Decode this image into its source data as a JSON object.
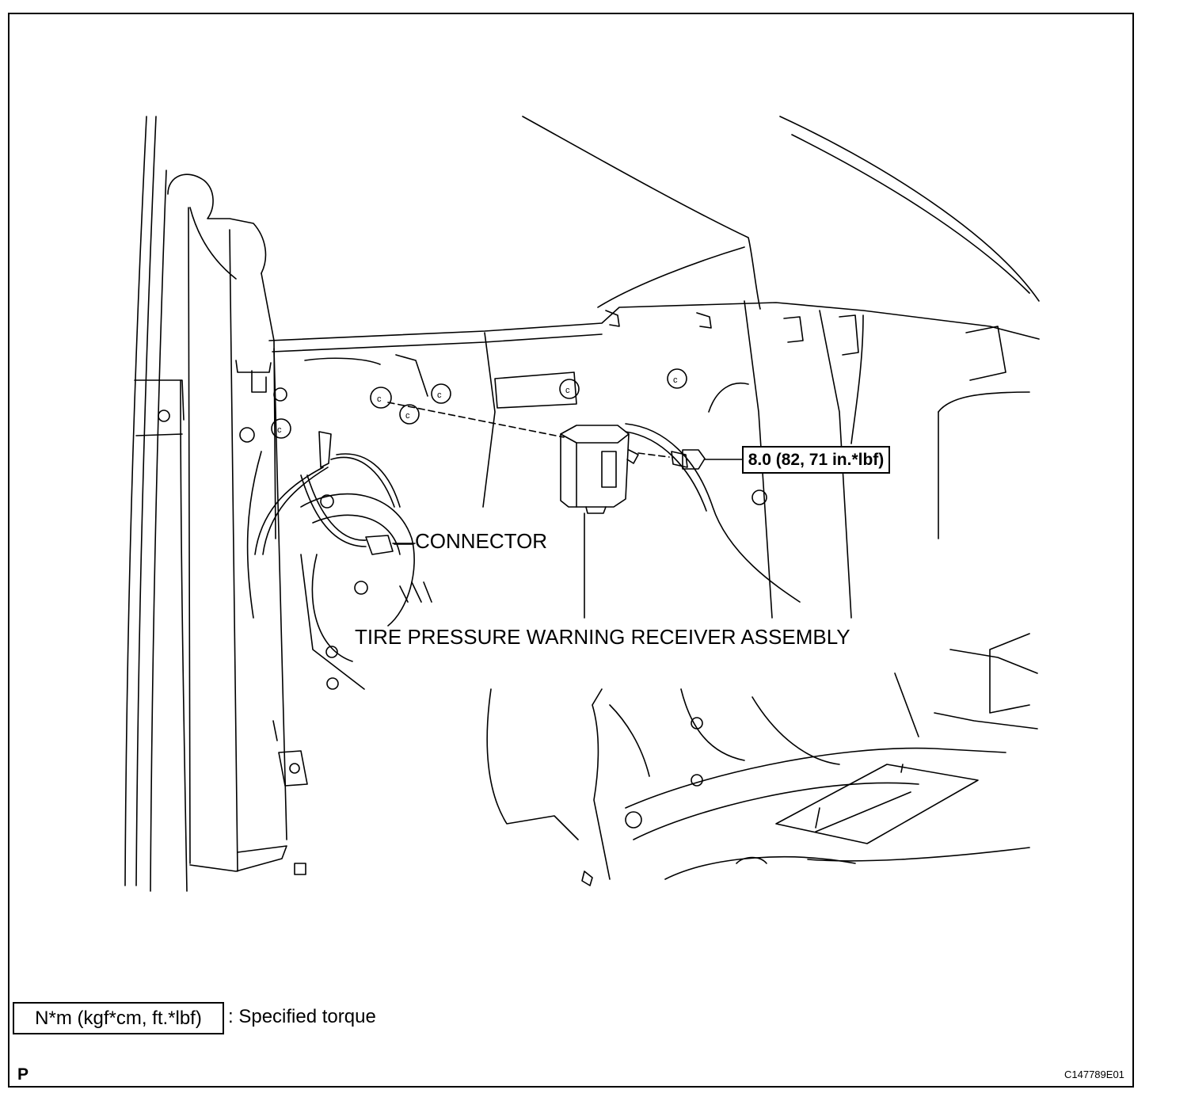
{
  "callouts": {
    "connector": "CONNECTOR",
    "receiver": "TIRE PRESSURE WARNING RECEIVER ASSEMBLY",
    "torque": "8.0 (82, 71 in.*lbf)"
  },
  "legend": {
    "unit": "N*m (kgf*cm, ft.*lbf)",
    "description": ": Specified torque"
  },
  "footer": {
    "corner_letter": "P",
    "figure_code": "C147789E01"
  }
}
